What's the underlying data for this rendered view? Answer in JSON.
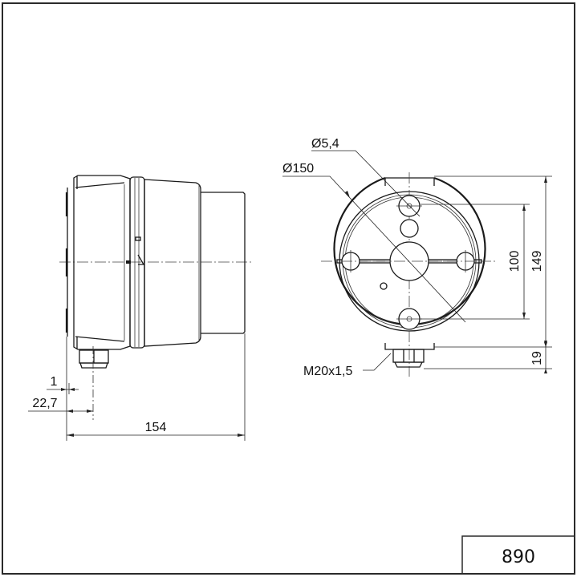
{
  "drawing": {
    "type": "technical-dimension-drawing",
    "units": "mm",
    "title_block": {
      "number": "890"
    },
    "side_view": {
      "dimensions": {
        "overall_length": "154",
        "offset_small": "1",
        "offset_gland": "22,7"
      }
    },
    "front_view": {
      "dimensions": {
        "hole_diameter": "Ø5,4",
        "outer_diameter": "Ø150",
        "hole_spacing": "100",
        "overall_height": "149",
        "gland_height": "19",
        "cable_gland_thread": "M20x1,5"
      }
    },
    "colors": {
      "line": "#1a1a1a",
      "background": "#ffffff"
    }
  }
}
